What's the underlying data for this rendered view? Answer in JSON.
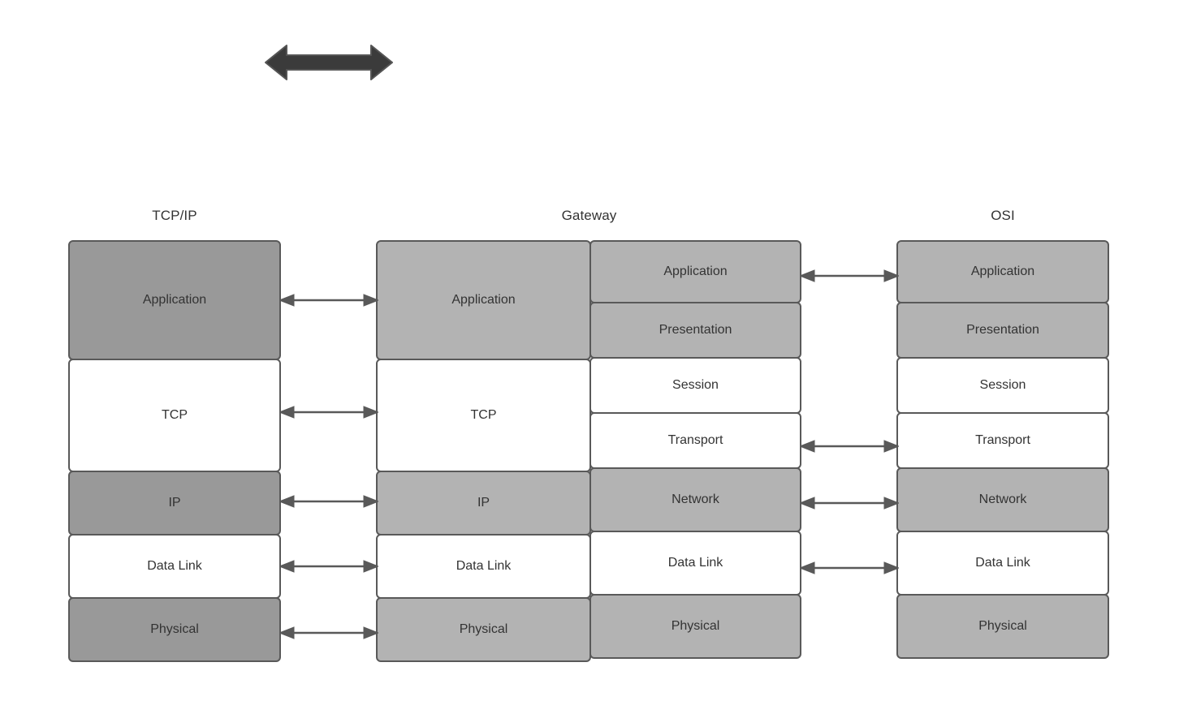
{
  "diagram": {
    "title_note": "TCP/IP, Gateway and OSI protocol stack comparison",
    "top_arrow_label": "bidirectional-communication-arrow",
    "colors": {
      "border": "#595959",
      "fill_light_gray": "#b3b3b3",
      "fill_dark_gray": "#999999",
      "fill_white": "#ffffff",
      "text": "#333333",
      "arrow": "#595959",
      "block_arrow": "#3b3b3b"
    }
  },
  "columns": [
    {
      "id": "tcpip",
      "title": "TCP/IP",
      "layers": [
        {
          "label": "Application",
          "fill": "dark",
          "height": 148
        },
        {
          "label": "TCP",
          "fill": "white",
          "height": 140
        },
        {
          "label": "IP",
          "fill": "dark",
          "height": 80
        },
        {
          "label": "Data Link",
          "fill": "white",
          "height": 80
        },
        {
          "label": "Physical",
          "fill": "dark",
          "height": 80
        }
      ]
    },
    {
      "id": "gateway-left",
      "title": "Gateway",
      "layers": [
        {
          "label": "Application",
          "fill": "gray",
          "height": 148
        },
        {
          "label": "TCP",
          "fill": "white",
          "height": 140
        },
        {
          "label": "IP",
          "fill": "gray",
          "height": 80
        },
        {
          "label": "Data Link",
          "fill": "white",
          "height": 80
        },
        {
          "label": "Physical",
          "fill": "gray",
          "height": 80
        }
      ]
    },
    {
      "id": "gateway-right",
      "title": "",
      "layers": [
        {
          "label": "Application",
          "fill": "gray",
          "height": 78
        },
        {
          "label": "Presentation",
          "fill": "gray",
          "height": 70
        },
        {
          "label": "Session",
          "fill": "white",
          "height": 70
        },
        {
          "label": "Transport",
          "fill": "white",
          "height": 70
        },
        {
          "label": "Network",
          "fill": "gray",
          "height": 80
        },
        {
          "label": "Data Link",
          "fill": "white",
          "height": 80
        },
        {
          "label": "Physical",
          "fill": "gray",
          "height": 80
        }
      ]
    },
    {
      "id": "osi",
      "title": "OSI",
      "layers": [
        {
          "label": "Application",
          "fill": "gray",
          "height": 78
        },
        {
          "label": "Presentation",
          "fill": "gray",
          "height": 70
        },
        {
          "label": "Session",
          "fill": "white",
          "height": 70
        },
        {
          "label": "Transport",
          "fill": "white",
          "height": 70
        },
        {
          "label": "Network",
          "fill": "gray",
          "height": 80
        },
        {
          "label": "Data Link",
          "fill": "white",
          "height": 80
        },
        {
          "label": "Physical",
          "fill": "gray",
          "height": 80
        }
      ]
    }
  ],
  "connectors": [
    {
      "id": "tcpip-gw-application",
      "from": "TCP/IP Application",
      "to": "Gateway Application",
      "style": "double-arrow"
    },
    {
      "id": "tcpip-gw-tcp",
      "from": "TCP/IP TCP",
      "to": "Gateway TCP",
      "style": "double-arrow"
    },
    {
      "id": "tcpip-gw-ip",
      "from": "TCP/IP IP",
      "to": "Gateway IP",
      "style": "double-arrow"
    },
    {
      "id": "tcpip-gw-datalink",
      "from": "TCP/IP Data Link",
      "to": "Gateway Data Link",
      "style": "double-arrow"
    },
    {
      "id": "tcpip-gw-physical",
      "from": "TCP/IP Physical",
      "to": "Gateway Physical",
      "style": "double-arrow"
    },
    {
      "id": "gw-osi-application",
      "from": "Gateway Application",
      "to": "OSI Application",
      "style": "double-arrow"
    },
    {
      "id": "gw-osi-transport",
      "from": "Gateway Transport",
      "to": "OSI Transport",
      "style": "double-arrow"
    },
    {
      "id": "gw-osi-network",
      "from": "Gateway Network",
      "to": "OSI Network",
      "style": "double-arrow"
    },
    {
      "id": "gw-osi-datalink",
      "from": "Gateway Data Link",
      "to": "OSI Data Link",
      "style": "double-arrow"
    }
  ]
}
